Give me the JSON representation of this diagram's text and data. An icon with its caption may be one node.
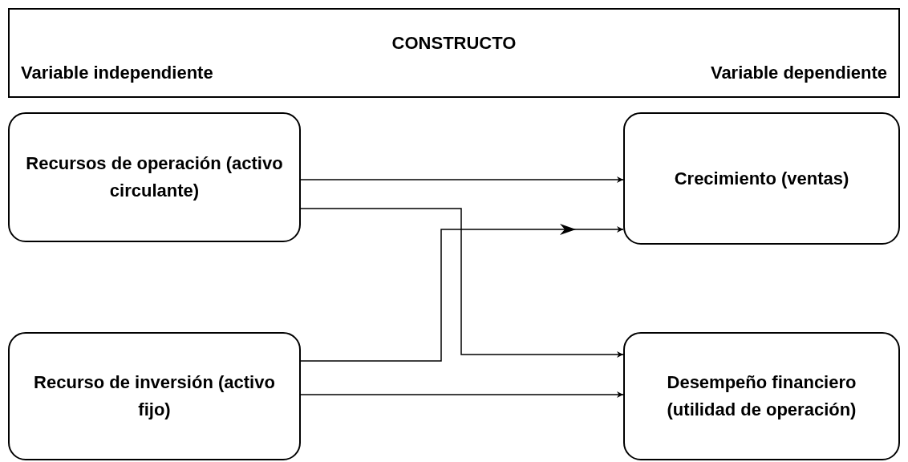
{
  "diagram": {
    "nodes": [
      {
        "text": [
          "CONSTRUCTO",
          "Variable independiente",
          "Variable dependiente"
        ]
      },
      {
        "text": [
          "Recursos de operación (activo circulante)"
        ]
      },
      {
        "text": [
          "Crecimiento (ventas)"
        ]
      },
      {
        "text": [
          "Recurso de inversión (activo fijo)"
        ]
      },
      {
        "text": [
          "Desempeño financiero (utilidad de operación)"
        ]
      }
    ],
    "edges": [
      {
        "from": 1,
        "to": 2,
        "arrow": "to"
      },
      {
        "from": 1,
        "to": 4,
        "arrow": "to"
      },
      {
        "from": 3,
        "to": 2,
        "arrow": "to"
      },
      {
        "from": 3,
        "to": 4,
        "arrow": "to"
      }
    ]
  }
}
